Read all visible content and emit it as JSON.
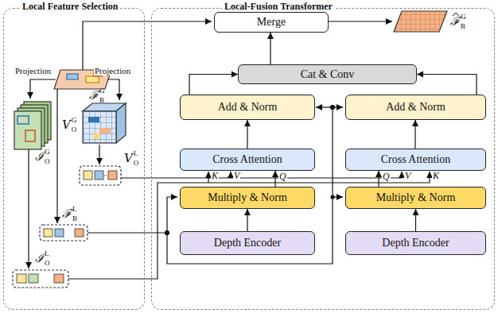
{
  "diagram": {
    "nodes": [
      {
        "text": [
          "Local Feature Selection"
        ]
      },
      {
        "text": [
          "Local-Fusion Transformer"
        ]
      },
      {
        "text": [
          "Merge"
        ],
        "in": 1
      },
      {
        "text": [
          "Cat & Conv"
        ],
        "in": 1
      },
      {
        "text": [
          "Add & Norm"
        ],
        "in": 1
      },
      {
        "text": [
          "Add & Norm"
        ],
        "in": 1
      },
      {
        "text": [
          "Cross Attention"
        ],
        "in": 1
      },
      {
        "text": [
          "Cross Attention"
        ],
        "in": 1
      },
      {
        "text": [
          "Multiply & Norm"
        ],
        "in": 1
      },
      {
        "text": [
          "Multiply & Norm"
        ],
        "in": 1
      },
      {
        "text": [
          "Depth Encoder"
        ],
        "in": 1
      },
      {
        "text": [
          "Depth Encoder"
        ],
        "in": 1
      }
    ],
    "edges": [
      {
        "from": 10,
        "to": 8,
        "arrow": "to"
      },
      {
        "from": 11,
        "to": 9,
        "arrow": "to"
      },
      {
        "from": 8,
        "to": 6,
        "arrow": "to",
        "label": "Q"
      },
      {
        "from": 9,
        "to": 7,
        "arrow": "to",
        "label": "Q"
      },
      {
        "from": 6,
        "to": 4,
        "arrow": "to"
      },
      {
        "from": 7,
        "to": 5,
        "arrow": "to"
      },
      {
        "from": 4,
        "to": 3,
        "arrow": "to"
      },
      {
        "from": 5,
        "to": 3,
        "arrow": "to"
      },
      {
        "from": 3,
        "to": 2,
        "arrow": "to"
      }
    ],
    "labels": [
      "Projection",
      "Projection",
      "ℱ",
      "G",
      "B",
      "ℐ",
      "G",
      "O",
      "V",
      "G",
      "O",
      "V",
      "L",
      "O",
      "ℱ",
      "L",
      "B",
      "ℐ",
      "L",
      "O",
      "ℱ",
      "G",
      "B",
      "K",
      "V",
      "V",
      "K"
    ]
  }
}
